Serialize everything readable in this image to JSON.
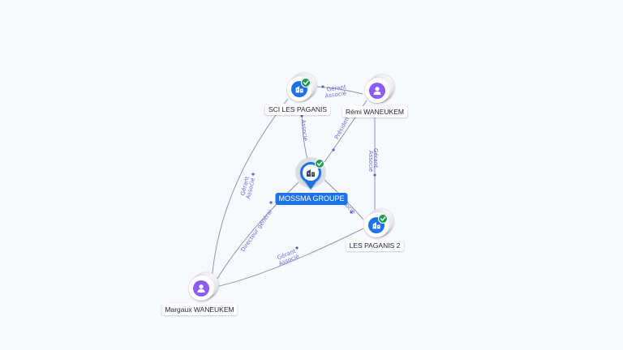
{
  "nodes": [
    {
      "id": "sci",
      "label": "SCI LES PAGANIS",
      "kind": "company",
      "verified": true,
      "icon": "building-icon"
    },
    {
      "id": "remi",
      "label": "Rémi WANEUKEM",
      "kind": "person",
      "icon": "person-icon"
    },
    {
      "id": "mossma",
      "label": "MOSSMA GROUPE",
      "kind": "main-company",
      "verified": true,
      "icon": "building-icon"
    },
    {
      "id": "paganis2",
      "label": "LES PAGANIS 2",
      "kind": "company",
      "verified": true,
      "icon": "building-icon"
    },
    {
      "id": "margaux",
      "label": "Margaux WANEUKEM",
      "kind": "person",
      "icon": "person-icon"
    }
  ],
  "edges": [
    {
      "id": "remi-sci",
      "from": "remi",
      "to": "sci",
      "labels": [
        "Gérant",
        "Associé"
      ]
    },
    {
      "id": "mossma-sci",
      "from": "mossma",
      "to": "sci",
      "labels": [
        "Associé"
      ]
    },
    {
      "id": "remi-mossma",
      "from": "remi",
      "to": "mossma",
      "labels": [
        "Président"
      ]
    },
    {
      "id": "remi-paganis2",
      "from": "remi",
      "to": "paganis2",
      "labels": [
        "Gérant",
        "Associé"
      ]
    },
    {
      "id": "mossma-paganis2",
      "from": "mossma",
      "to": "paganis2",
      "labels": [
        "Associé"
      ]
    },
    {
      "id": "margaux-sci",
      "from": "margaux",
      "to": "sci",
      "labels": [
        "Gérant",
        "Associé"
      ]
    },
    {
      "id": "margaux-mossma",
      "from": "margaux",
      "to": "mossma",
      "labels": [
        "Directeur général"
      ]
    },
    {
      "id": "margaux-paganis2",
      "from": "margaux",
      "to": "paganis2",
      "labels": [
        "Gérant",
        "Associé"
      ]
    }
  ],
  "colors": {
    "company": "#1e72e8",
    "person": "#8b5cf6",
    "verified": "#1f9d55",
    "edge": "#8e95b8",
    "edge_label": "#6b6fd6",
    "main_ring": "#cfd3dc",
    "label_bg": "#ffffff",
    "main_label_bg": "#1e72e8"
  }
}
